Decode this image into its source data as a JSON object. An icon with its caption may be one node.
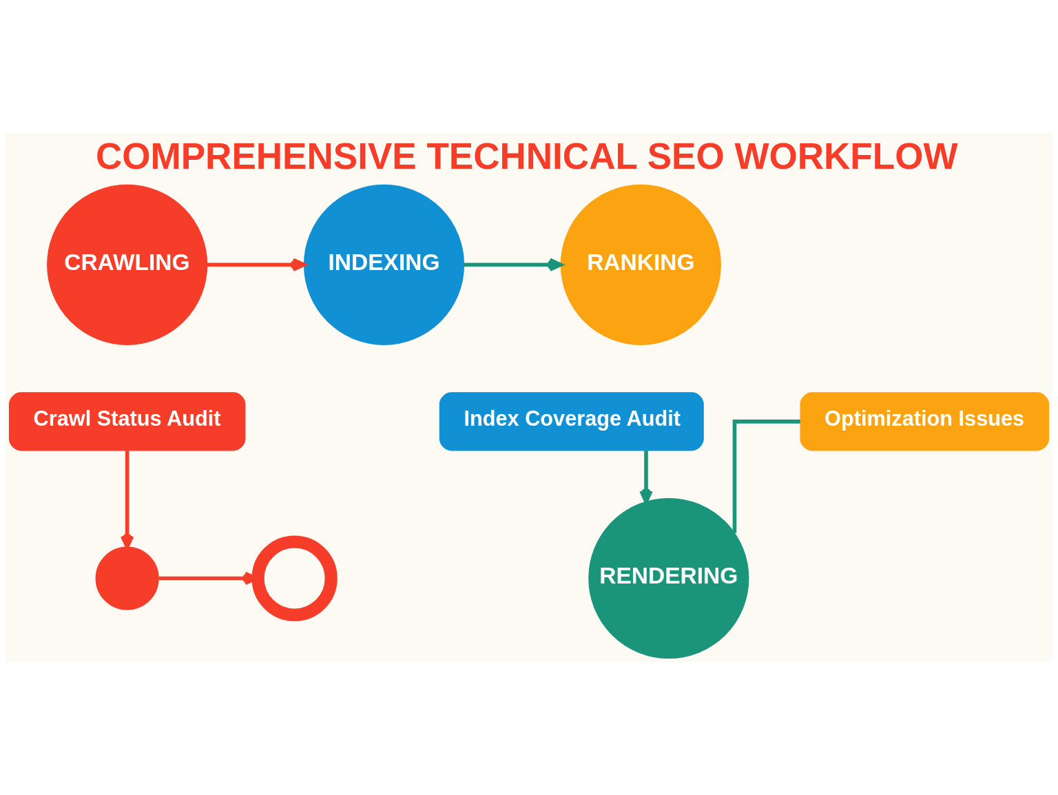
{
  "diagram": {
    "title": "COMPREHENSIVE TECHNICAL SEO WORKFLOW",
    "nodes": [
      {
        "text": [
          "CRAWLING"
        ]
      },
      {
        "text": [
          "INDEXING"
        ]
      },
      {
        "text": [
          "RANKING"
        ]
      },
      {
        "text": [
          "Crawl Status Audit"
        ]
      },
      {
        "text": [
          "Index Coverage Audit"
        ]
      },
      {
        "text": [
          "Optimization Issues"
        ]
      },
      {
        "text": [],
        "shape": "circle"
      },
      {
        "text": [],
        "shape": "gear"
      },
      {
        "text": [
          "RENDERING"
        ]
      }
    ],
    "edges": [
      {
        "from": 0,
        "to": 1,
        "arrow": "to",
        "color": "#f53d2a"
      },
      {
        "from": 1,
        "to": 2,
        "arrow": "to",
        "color": "#1b957a"
      },
      {
        "from": 3,
        "to": 6,
        "arrow": "to",
        "color": "#f53d2a"
      },
      {
        "from": 6,
        "to": 7,
        "arrow": "to",
        "color": "#f53d2a"
      },
      {
        "from": 4,
        "to": 8,
        "arrow": "to",
        "color": "#1b957a"
      },
      {
        "from": 5,
        "to": 8,
        "arrow": "none",
        "color": "#1b957a"
      }
    ]
  }
}
